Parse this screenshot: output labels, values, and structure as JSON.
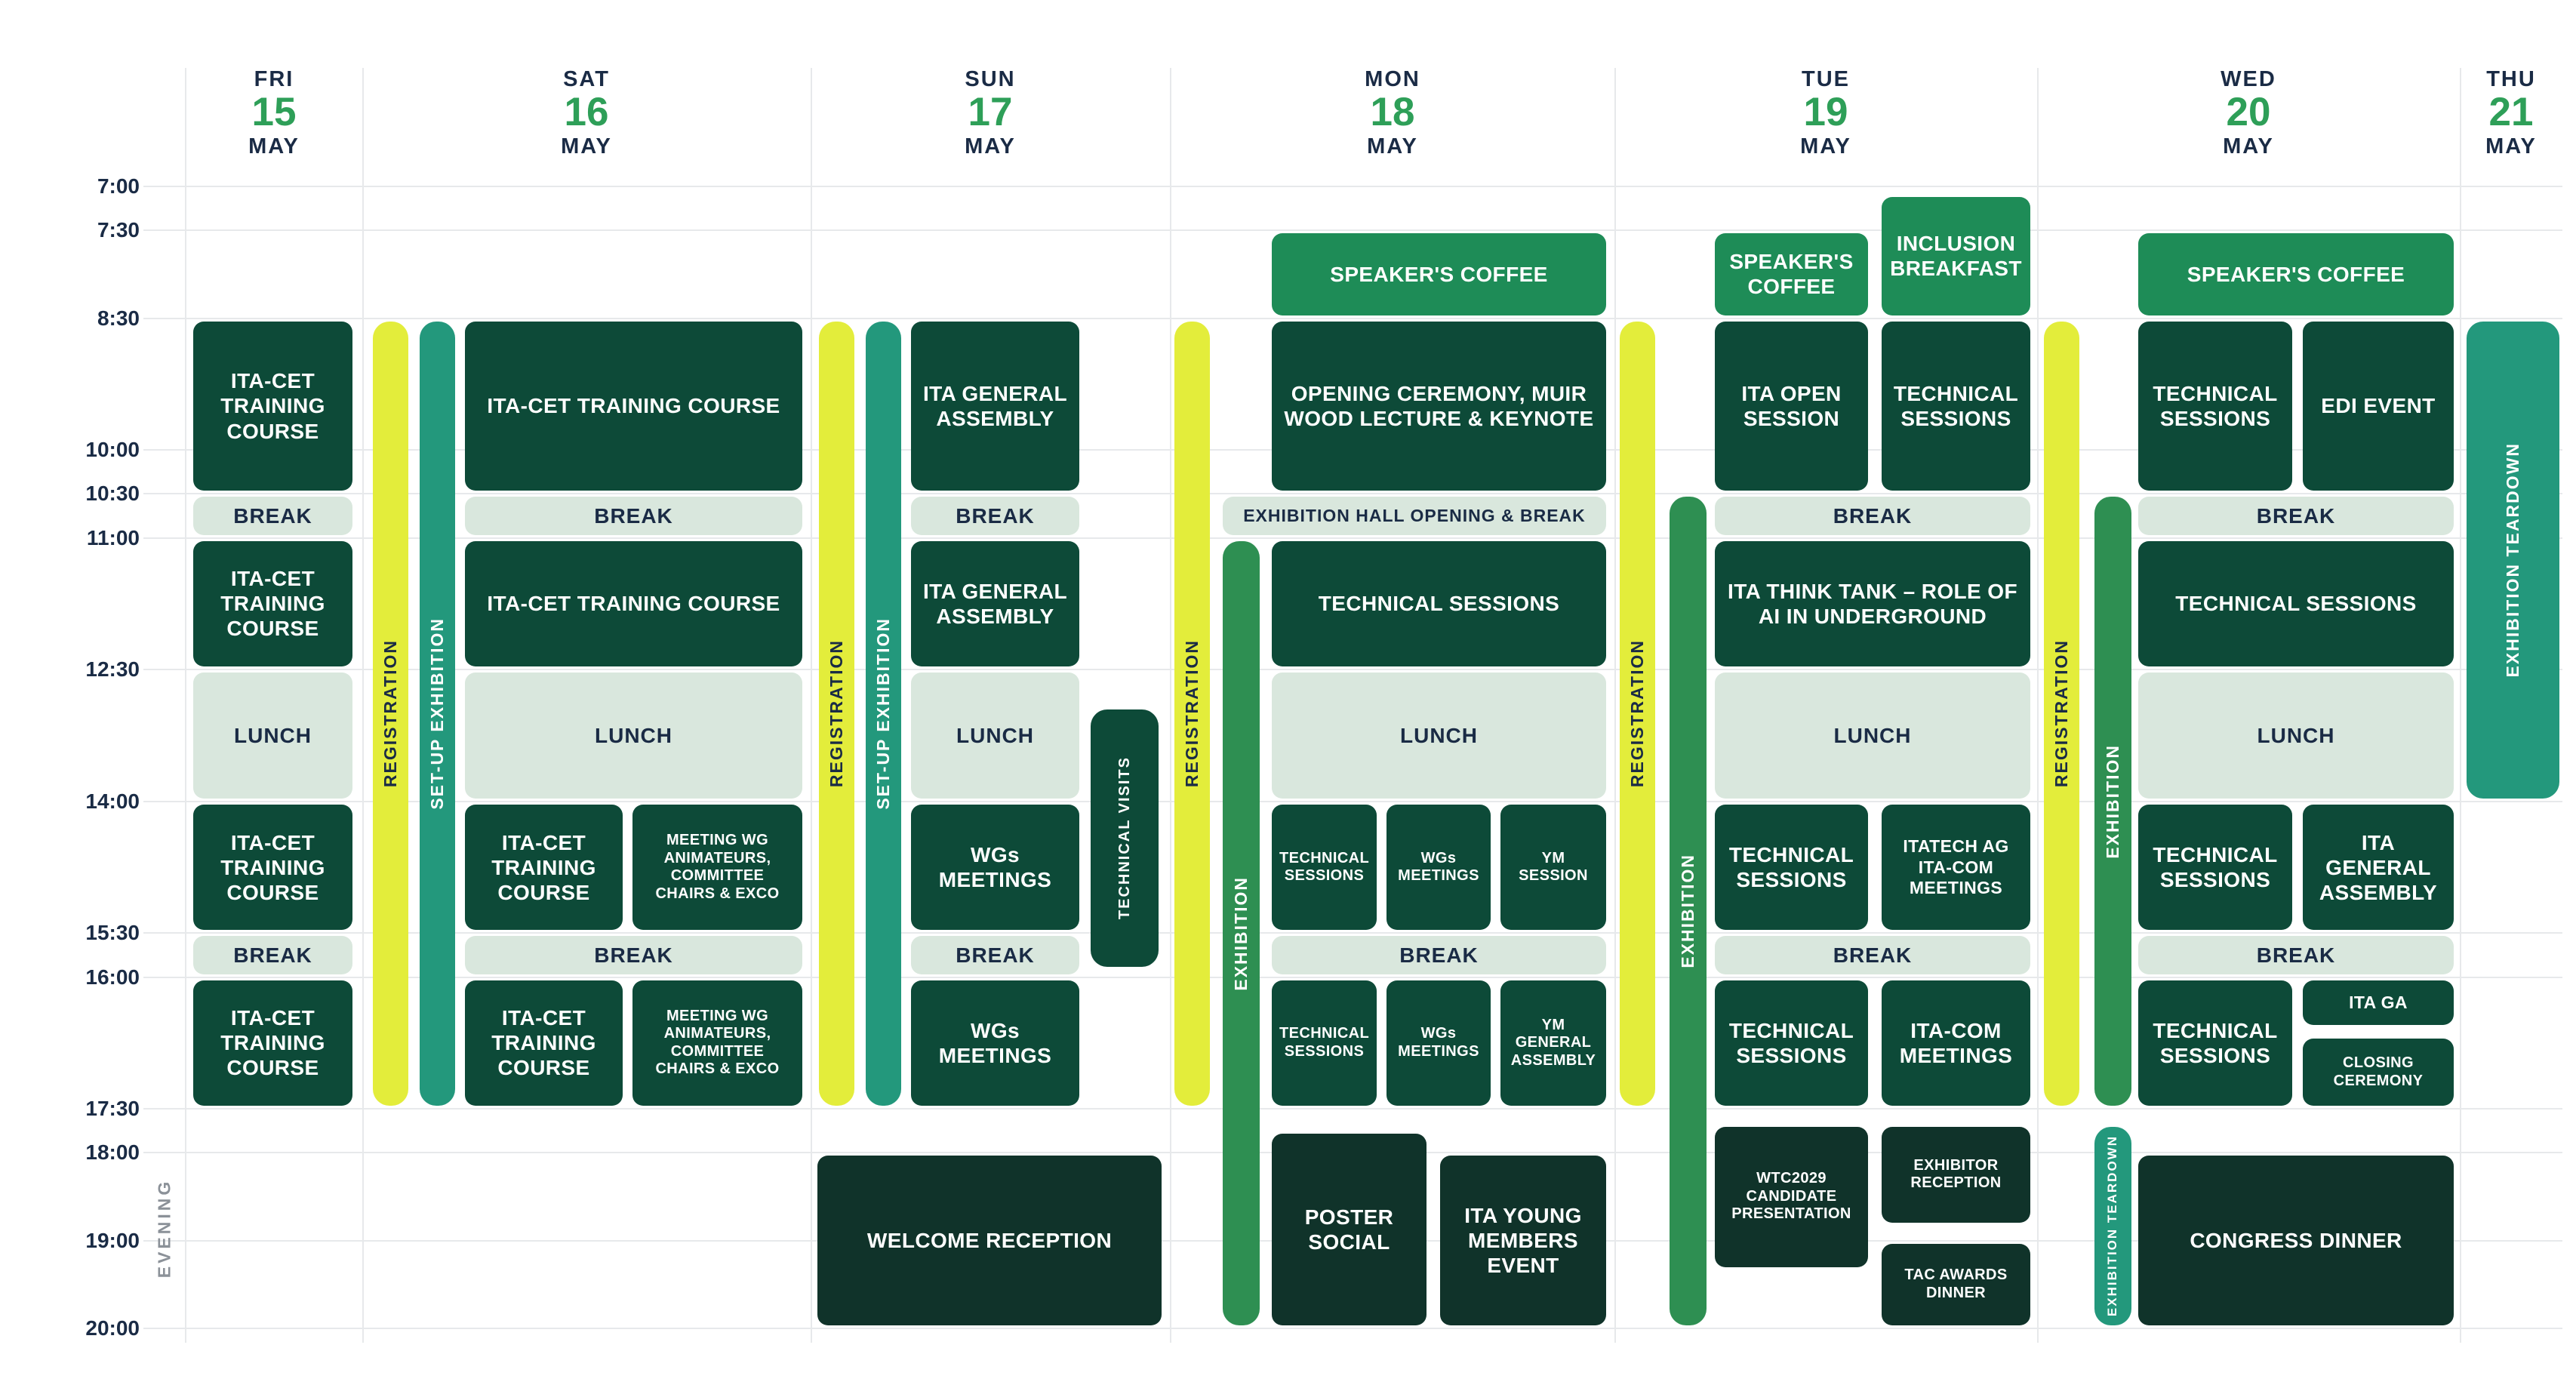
{
  "colors": {
    "session": "#0d4a38",
    "evening": "#10332a",
    "break": "#d9e7dd",
    "registration": "#e3ed3b",
    "setup": "#23987c",
    "exhibition": "#2e8f52",
    "teardown": "#23987c",
    "coffee": "#1e8c57",
    "daynum": "#2e9f58",
    "ink": "#1a2b45",
    "grid": "#e7e9eb",
    "muted": "#8b9198"
  },
  "chart_data": {
    "type": "table",
    "subtype": "conference-week-schedule",
    "time_axis": [
      "7:00",
      "7:30",
      "8:30",
      "10:00",
      "10:30",
      "11:00",
      "12:30",
      "14:00",
      "15:30",
      "16:00",
      "17:30",
      "18:00",
      "19:00",
      "20:00"
    ],
    "evening_label": "EVENING",
    "days": [
      {
        "id": "fri",
        "abbrev": "FRI",
        "number": "15",
        "month": "MAY"
      },
      {
        "id": "sat",
        "abbrev": "SAT",
        "number": "16",
        "month": "MAY"
      },
      {
        "id": "sun",
        "abbrev": "SUN",
        "number": "17",
        "month": "MAY"
      },
      {
        "id": "mon",
        "abbrev": "MON",
        "number": "18",
        "month": "MAY"
      },
      {
        "id": "tue",
        "abbrev": "TUE",
        "number": "19",
        "month": "MAY"
      },
      {
        "id": "wed",
        "abbrev": "WED",
        "number": "20",
        "month": "MAY"
      },
      {
        "id": "thu",
        "abbrev": "THU",
        "number": "21",
        "month": "MAY"
      }
    ],
    "events": [
      {
        "label": "ITA-CET TRAINING COURSE",
        "col": "fri",
        "start": "8:30",
        "end": "10:30",
        "style": "session"
      },
      {
        "label": "BREAK",
        "col": "fri",
        "start": "10:30",
        "end": "11:00",
        "style": "break"
      },
      {
        "label": "ITA-CET TRAINING COURSE",
        "col": "fri",
        "start": "11:00",
        "end": "12:30",
        "style": "session"
      },
      {
        "label": "LUNCH",
        "col": "fri",
        "start": "12:30",
        "end": "14:00",
        "style": "break"
      },
      {
        "label": "ITA-CET TRAINING COURSE",
        "col": "fri",
        "start": "14:00",
        "end": "15:30",
        "style": "session"
      },
      {
        "label": "BREAK",
        "col": "fri",
        "start": "15:30",
        "end": "16:00",
        "style": "break"
      },
      {
        "label": "ITA-CET TRAINING COURSE",
        "col": "fri",
        "start": "16:00",
        "end": "17:30",
        "style": "session"
      },
      {
        "label": "REGISTRATION",
        "col": "sat-reg",
        "start": "8:30",
        "end": "17:30",
        "style": "registration",
        "size": "md",
        "vertical": true
      },
      {
        "label": "SET-UP EXHIBITION",
        "col": "sat-setup",
        "start": "8:30",
        "end": "17:30",
        "style": "setup",
        "size": "md",
        "vertical": true
      },
      {
        "label": "ITA-CET TRAINING COURSE",
        "col": "sat",
        "start": "8:30",
        "end": "10:30",
        "style": "session"
      },
      {
        "label": "BREAK",
        "col": "sat",
        "start": "10:30",
        "end": "11:00",
        "style": "break"
      },
      {
        "label": "ITA-CET TRAINING COURSE",
        "col": "sat",
        "start": "11:00",
        "end": "12:30",
        "style": "session"
      },
      {
        "label": "LUNCH",
        "col": "sat",
        "start": "12:30",
        "end": "14:00",
        "style": "break"
      },
      {
        "label": "ITA-CET TRAINING COURSE",
        "col": "sat-a",
        "start": "14:00",
        "end": "15:30",
        "style": "session"
      },
      {
        "label": "MEETING WG ANIMATEURS, COMMITTEE CHAIRS & EXCO",
        "col": "sat-b",
        "start": "14:00",
        "end": "15:30",
        "style": "session",
        "size": "sm"
      },
      {
        "label": "BREAK",
        "col": "sat",
        "start": "15:30",
        "end": "16:00",
        "style": "break"
      },
      {
        "label": "ITA-CET TRAINING COURSE",
        "col": "sat-a",
        "start": "16:00",
        "end": "17:30",
        "style": "session"
      },
      {
        "label": "MEETING WG ANIMATEURS, COMMITTEE CHAIRS & EXCO",
        "col": "sat-b",
        "start": "16:00",
        "end": "17:30",
        "style": "session",
        "size": "sm"
      },
      {
        "label": "REGISTRATION",
        "col": "sun-reg",
        "start": "8:30",
        "end": "17:30",
        "style": "registration",
        "size": "md",
        "vertical": true
      },
      {
        "label": "SET-UP EXHIBITION",
        "col": "sun-setup",
        "start": "8:30",
        "end": "17:30",
        "style": "setup",
        "size": "md",
        "vertical": true
      },
      {
        "label": "ITA GENERAL ASSEMBLY",
        "col": "sun",
        "start": "8:30",
        "end": "10:30",
        "style": "session"
      },
      {
        "label": "BREAK",
        "col": "sun",
        "start": "10:30",
        "end": "11:00",
        "style": "break"
      },
      {
        "label": "ITA GENERAL ASSEMBLY",
        "col": "sun",
        "start": "11:00",
        "end": "12:30",
        "style": "session"
      },
      {
        "label": "LUNCH",
        "col": "sun",
        "start": "12:30",
        "end": "14:00",
        "style": "break"
      },
      {
        "label": "WGs MEETINGS",
        "col": "sun",
        "start": "14:00",
        "end": "15:30",
        "style": "session"
      },
      {
        "label": "BREAK",
        "col": "sun",
        "start": "15:30",
        "end": "16:00",
        "style": "break"
      },
      {
        "label": "WGs MEETINGS",
        "col": "sun",
        "start": "16:00",
        "end": "17:30",
        "style": "session"
      },
      {
        "label": "TECHNICAL VISITS",
        "col": "sun-visits",
        "start": "12:55",
        "end": "15:55",
        "style": "session",
        "size": "sm",
        "vertical": true
      },
      {
        "label": "WELCOME RECEPTION",
        "col": "sun-wide",
        "start": "18:00",
        "end": "20:00",
        "style": "evening"
      },
      {
        "label": "REGISTRATION",
        "col": "mon-reg",
        "start": "8:30",
        "end": "17:30",
        "style": "registration",
        "size": "md",
        "vertical": true
      },
      {
        "label": "EXHIBITION",
        "col": "mon-exh",
        "start": "11:00",
        "end": "20:00",
        "style": "exhibition",
        "size": "md",
        "vertical": true
      },
      {
        "label": "SPEAKER'S COFFEE",
        "col": "mon",
        "start": "7:30",
        "end": "8:30",
        "style": "coffee"
      },
      {
        "label": "OPENING CEREMONY, MUIR WOOD LECTURE & KEYNOTE",
        "col": "mon",
        "start": "8:30",
        "end": "10:30",
        "style": "session"
      },
      {
        "label": "EXHIBITION HALL OPENING & BREAK",
        "col": "mon-wide",
        "start": "10:30",
        "end": "11:00",
        "style": "break",
        "size": "md"
      },
      {
        "label": "TECHNICAL SESSIONS",
        "col": "mon",
        "start": "11:00",
        "end": "12:30",
        "style": "session"
      },
      {
        "label": "LUNCH",
        "col": "mon",
        "start": "12:30",
        "end": "14:00",
        "style": "break"
      },
      {
        "label": "TECHNICAL SESSIONS",
        "col": "mon-a",
        "start": "14:00",
        "end": "15:30",
        "style": "session",
        "size": "sm"
      },
      {
        "label": "WGs MEETINGS",
        "col": "mon-b",
        "start": "14:00",
        "end": "15:30",
        "style": "session",
        "size": "sm"
      },
      {
        "label": "YM SESSION",
        "col": "mon-c",
        "start": "14:00",
        "end": "15:30",
        "style": "session",
        "size": "sm"
      },
      {
        "label": "BREAK",
        "col": "mon",
        "start": "15:30",
        "end": "16:00",
        "style": "break"
      },
      {
        "label": "TECHNICAL SESSIONS",
        "col": "mon-a",
        "start": "16:00",
        "end": "17:30",
        "style": "session",
        "size": "sm"
      },
      {
        "label": "WGs MEETINGS",
        "col": "mon-b",
        "start": "16:00",
        "end": "17:30",
        "style": "session",
        "size": "sm"
      },
      {
        "label": "YM GENERAL ASSEMBLY",
        "col": "mon-c",
        "start": "16:00",
        "end": "17:30",
        "style": "session",
        "size": "sm"
      },
      {
        "label": "POSTER SOCIAL",
        "col": "mon-poster",
        "start": "17:45",
        "end": "20:00",
        "style": "evening"
      },
      {
        "label": "ITA YOUNG MEMBERS EVENT",
        "col": "mon-ym",
        "start": "18:00",
        "end": "20:00",
        "style": "evening"
      },
      {
        "label": "REGISTRATION",
        "col": "tue-reg",
        "start": "8:30",
        "end": "17:30",
        "style": "registration",
        "size": "md",
        "vertical": true
      },
      {
        "label": "EXHIBITION",
        "col": "tue-exh",
        "start": "10:30",
        "end": "20:00",
        "style": "exhibition",
        "size": "md",
        "vertical": true
      },
      {
        "label": "SPEAKER'S COFFEE",
        "col": "tue-a",
        "start": "7:30",
        "end": "8:30",
        "style": "coffee"
      },
      {
        "label": "INCLUSION BREAKFAST",
        "col": "tue-b",
        "start": "7:05",
        "end": "8:30",
        "style": "coffee"
      },
      {
        "label": "ITA OPEN SESSION",
        "col": "tue-a",
        "start": "8:30",
        "end": "10:30",
        "style": "session"
      },
      {
        "label": "TECHNICAL SESSIONS",
        "col": "tue-b",
        "start": "8:30",
        "end": "10:30",
        "style": "session"
      },
      {
        "label": "BREAK",
        "col": "tue",
        "start": "10:30",
        "end": "11:00",
        "style": "break"
      },
      {
        "label": "ITA THINK TANK – ROLE OF AI IN UNDERGROUND",
        "col": "tue",
        "start": "11:00",
        "end": "12:30",
        "style": "session"
      },
      {
        "label": "LUNCH",
        "col": "tue",
        "start": "12:30",
        "end": "14:00",
        "style": "break"
      },
      {
        "label": "TECHNICAL SESSIONS",
        "col": "tue-a",
        "start": "14:00",
        "end": "15:30",
        "style": "session"
      },
      {
        "label": "ITATECH AG\nITA-COM MEETINGS",
        "col": "tue-b",
        "start": "14:00",
        "end": "15:30",
        "style": "session",
        "size": "md"
      },
      {
        "label": "BREAK",
        "col": "tue",
        "start": "15:30",
        "end": "16:00",
        "style": "break"
      },
      {
        "label": "TECHNICAL SESSIONS",
        "col": "tue-a",
        "start": "16:00",
        "end": "17:30",
        "style": "session"
      },
      {
        "label": "ITA-COM MEETINGS",
        "col": "tue-b",
        "start": "16:00",
        "end": "17:30",
        "style": "session"
      },
      {
        "label": "WTC2029 CANDIDATE PRESENTATION",
        "col": "tue-a",
        "start": "17:40",
        "end": "19:20",
        "style": "evening",
        "size": "sm"
      },
      {
        "label": "EXHIBITOR RECEPTION",
        "col": "tue-b",
        "start": "17:40",
        "end": "18:50",
        "style": "evening",
        "size": "sm"
      },
      {
        "label": "TAC AWARDS DINNER",
        "col": "tue-b",
        "start": "19:00",
        "end": "20:00",
        "style": "evening",
        "size": "sm"
      },
      {
        "label": "REGISTRATION",
        "col": "wed-reg",
        "start": "8:30",
        "end": "17:30",
        "style": "registration",
        "size": "md",
        "vertical": true
      },
      {
        "label": "EXHIBITION",
        "col": "wed-exh",
        "start": "10:30",
        "end": "17:30",
        "style": "exhibition",
        "size": "md",
        "vertical": true
      },
      {
        "label": "EXHIBITION TEARDOWN",
        "col": "wed-exh",
        "start": "17:40",
        "end": "20:00",
        "style": "teardown",
        "size": "xs",
        "vertical": true,
        "wrap": true
      },
      {
        "label": "SPEAKER'S COFFEE",
        "col": "wed",
        "start": "7:30",
        "end": "8:30",
        "style": "coffee"
      },
      {
        "label": "TECHNICAL SESSIONS",
        "col": "wed-a",
        "start": "8:30",
        "end": "10:30",
        "style": "session"
      },
      {
        "label": "EDI EVENT",
        "col": "wed-b",
        "start": "8:30",
        "end": "10:30",
        "style": "session"
      },
      {
        "label": "BREAK",
        "col": "wed",
        "start": "10:30",
        "end": "11:00",
        "style": "break"
      },
      {
        "label": "TECHNICAL SESSIONS",
        "col": "wed",
        "start": "11:00",
        "end": "12:30",
        "style": "session"
      },
      {
        "label": "LUNCH",
        "col": "wed",
        "start": "12:30",
        "end": "14:00",
        "style": "break"
      },
      {
        "label": "TECHNICAL SESSIONS",
        "col": "wed-a",
        "start": "14:00",
        "end": "15:30",
        "style": "session"
      },
      {
        "label": "ITA GENERAL ASSEMBLY",
        "col": "wed-b",
        "start": "14:00",
        "end": "15:30",
        "style": "session"
      },
      {
        "label": "BREAK",
        "col": "wed",
        "start": "15:30",
        "end": "16:00",
        "style": "break"
      },
      {
        "label": "TECHNICAL SESSIONS",
        "col": "wed-a",
        "start": "16:00",
        "end": "17:30",
        "style": "session"
      },
      {
        "label": "ITA GA",
        "col": "wed-b",
        "start": "16:00",
        "end": "16:35",
        "style": "session",
        "size": "md"
      },
      {
        "label": "CLOSING CEREMONY",
        "col": "wed-b",
        "start": "16:40",
        "end": "17:30",
        "style": "session",
        "size": "sm"
      },
      {
        "label": "CONGRESS DINNER",
        "col": "wed",
        "start": "18:00",
        "end": "20:00",
        "style": "evening"
      },
      {
        "label": "EXHIBITION TEARDOWN",
        "col": "thu",
        "start": "8:30",
        "end": "14:00",
        "style": "teardown",
        "size": "md",
        "vertical": true
      }
    ]
  }
}
